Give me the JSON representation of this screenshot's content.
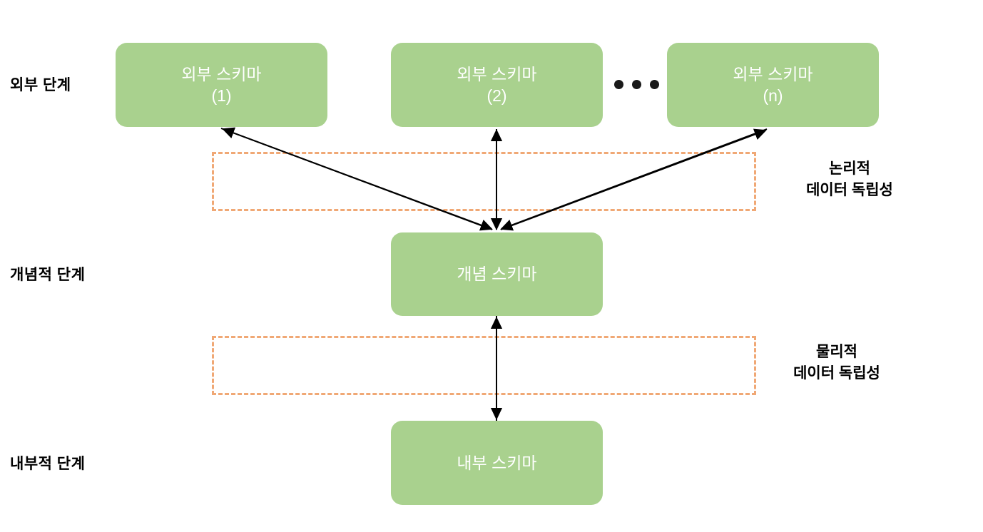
{
  "diagram": {
    "title_levels": [
      {
        "id": "external",
        "label": "외부 단계"
      },
      {
        "id": "conceptual",
        "label": "개념적 단계"
      },
      {
        "id": "internal",
        "label": "내부적 단계"
      }
    ],
    "external_schemas": [
      {
        "name": "외부 스키마",
        "index": "(1)"
      },
      {
        "name": "외부 스키마",
        "index": "(2)"
      },
      {
        "name": "외부 스키마",
        "index": "(n)"
      }
    ],
    "conceptual_schema": {
      "name": "개념 스키마"
    },
    "internal_schema": {
      "name": "내부 스키마"
    },
    "independence_regions": [
      {
        "id": "logical",
        "line1": "논리적",
        "line2": "데이터 독립성"
      },
      {
        "id": "physical",
        "line1": "물리적",
        "line2": "데이터 독립성"
      }
    ],
    "ellipsis": "• • •",
    "colors": {
      "schema_fill": "#a9d18e",
      "schema_text": "#ffffff",
      "dashed_border": "#f0a875",
      "arrow": "#000000",
      "label_text": "#000000",
      "background": "#ffffff"
    }
  }
}
